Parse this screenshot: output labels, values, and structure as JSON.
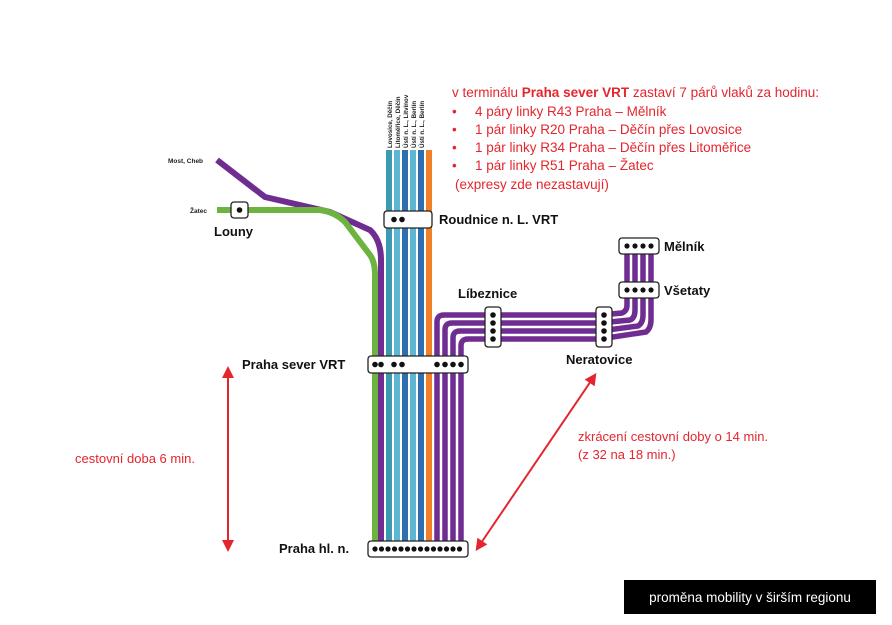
{
  "stations": {
    "most_cheb": "Most, Cheb",
    "zatec": "Žatec",
    "louny": "Louny",
    "roudnice": "Roudnice n. L. VRT",
    "praha_sever": "Praha sever VRT",
    "praha_hl": "Praha hl. n.",
    "libeznice": "Líbeznice",
    "neratovice": "Neratovice",
    "melnik": "Mělník",
    "vsetaty": "Všetaty"
  },
  "line_destinations": [
    "Lovosice, Děčín",
    "Litoměřice, Děčín",
    "Ústí n. L., Litvínov",
    "Ústí n. L., Berlín",
    "Ústí n. L., Berlín"
  ],
  "info": {
    "headline_prefix": "v terminálu",
    "headline_bold": "Praha sever VRT",
    "headline_suffix": "zastaví 7 párů vlaků za hodinu:",
    "bullets": [
      "4 páry linky R43 Praha – Mělník",
      "1 pár linky R20 Praha – Děčín přes Lovosice",
      "1 pár linky R34 Praha – Děčín přes Litoměřice",
      "1 pár linky R51 Praha – Žatec"
    ],
    "note": "(expresy zde nezastavují)"
  },
  "travel_time_left": "cestovní doba 6 min.",
  "travel_time_right_1": "zkrácení cestovní doby o 14 min.",
  "travel_time_right_2": "(z 32 na 18 min.)",
  "footer": "proměna mobility v širším regionu",
  "colors": {
    "purple": "#6f2c91",
    "green": "#6cb33f",
    "teal": "#3a9bb0",
    "blue": "#2e6fb0",
    "lightblue": "#5cb6d4",
    "orange": "#f07f28",
    "red": "#e3262e"
  }
}
